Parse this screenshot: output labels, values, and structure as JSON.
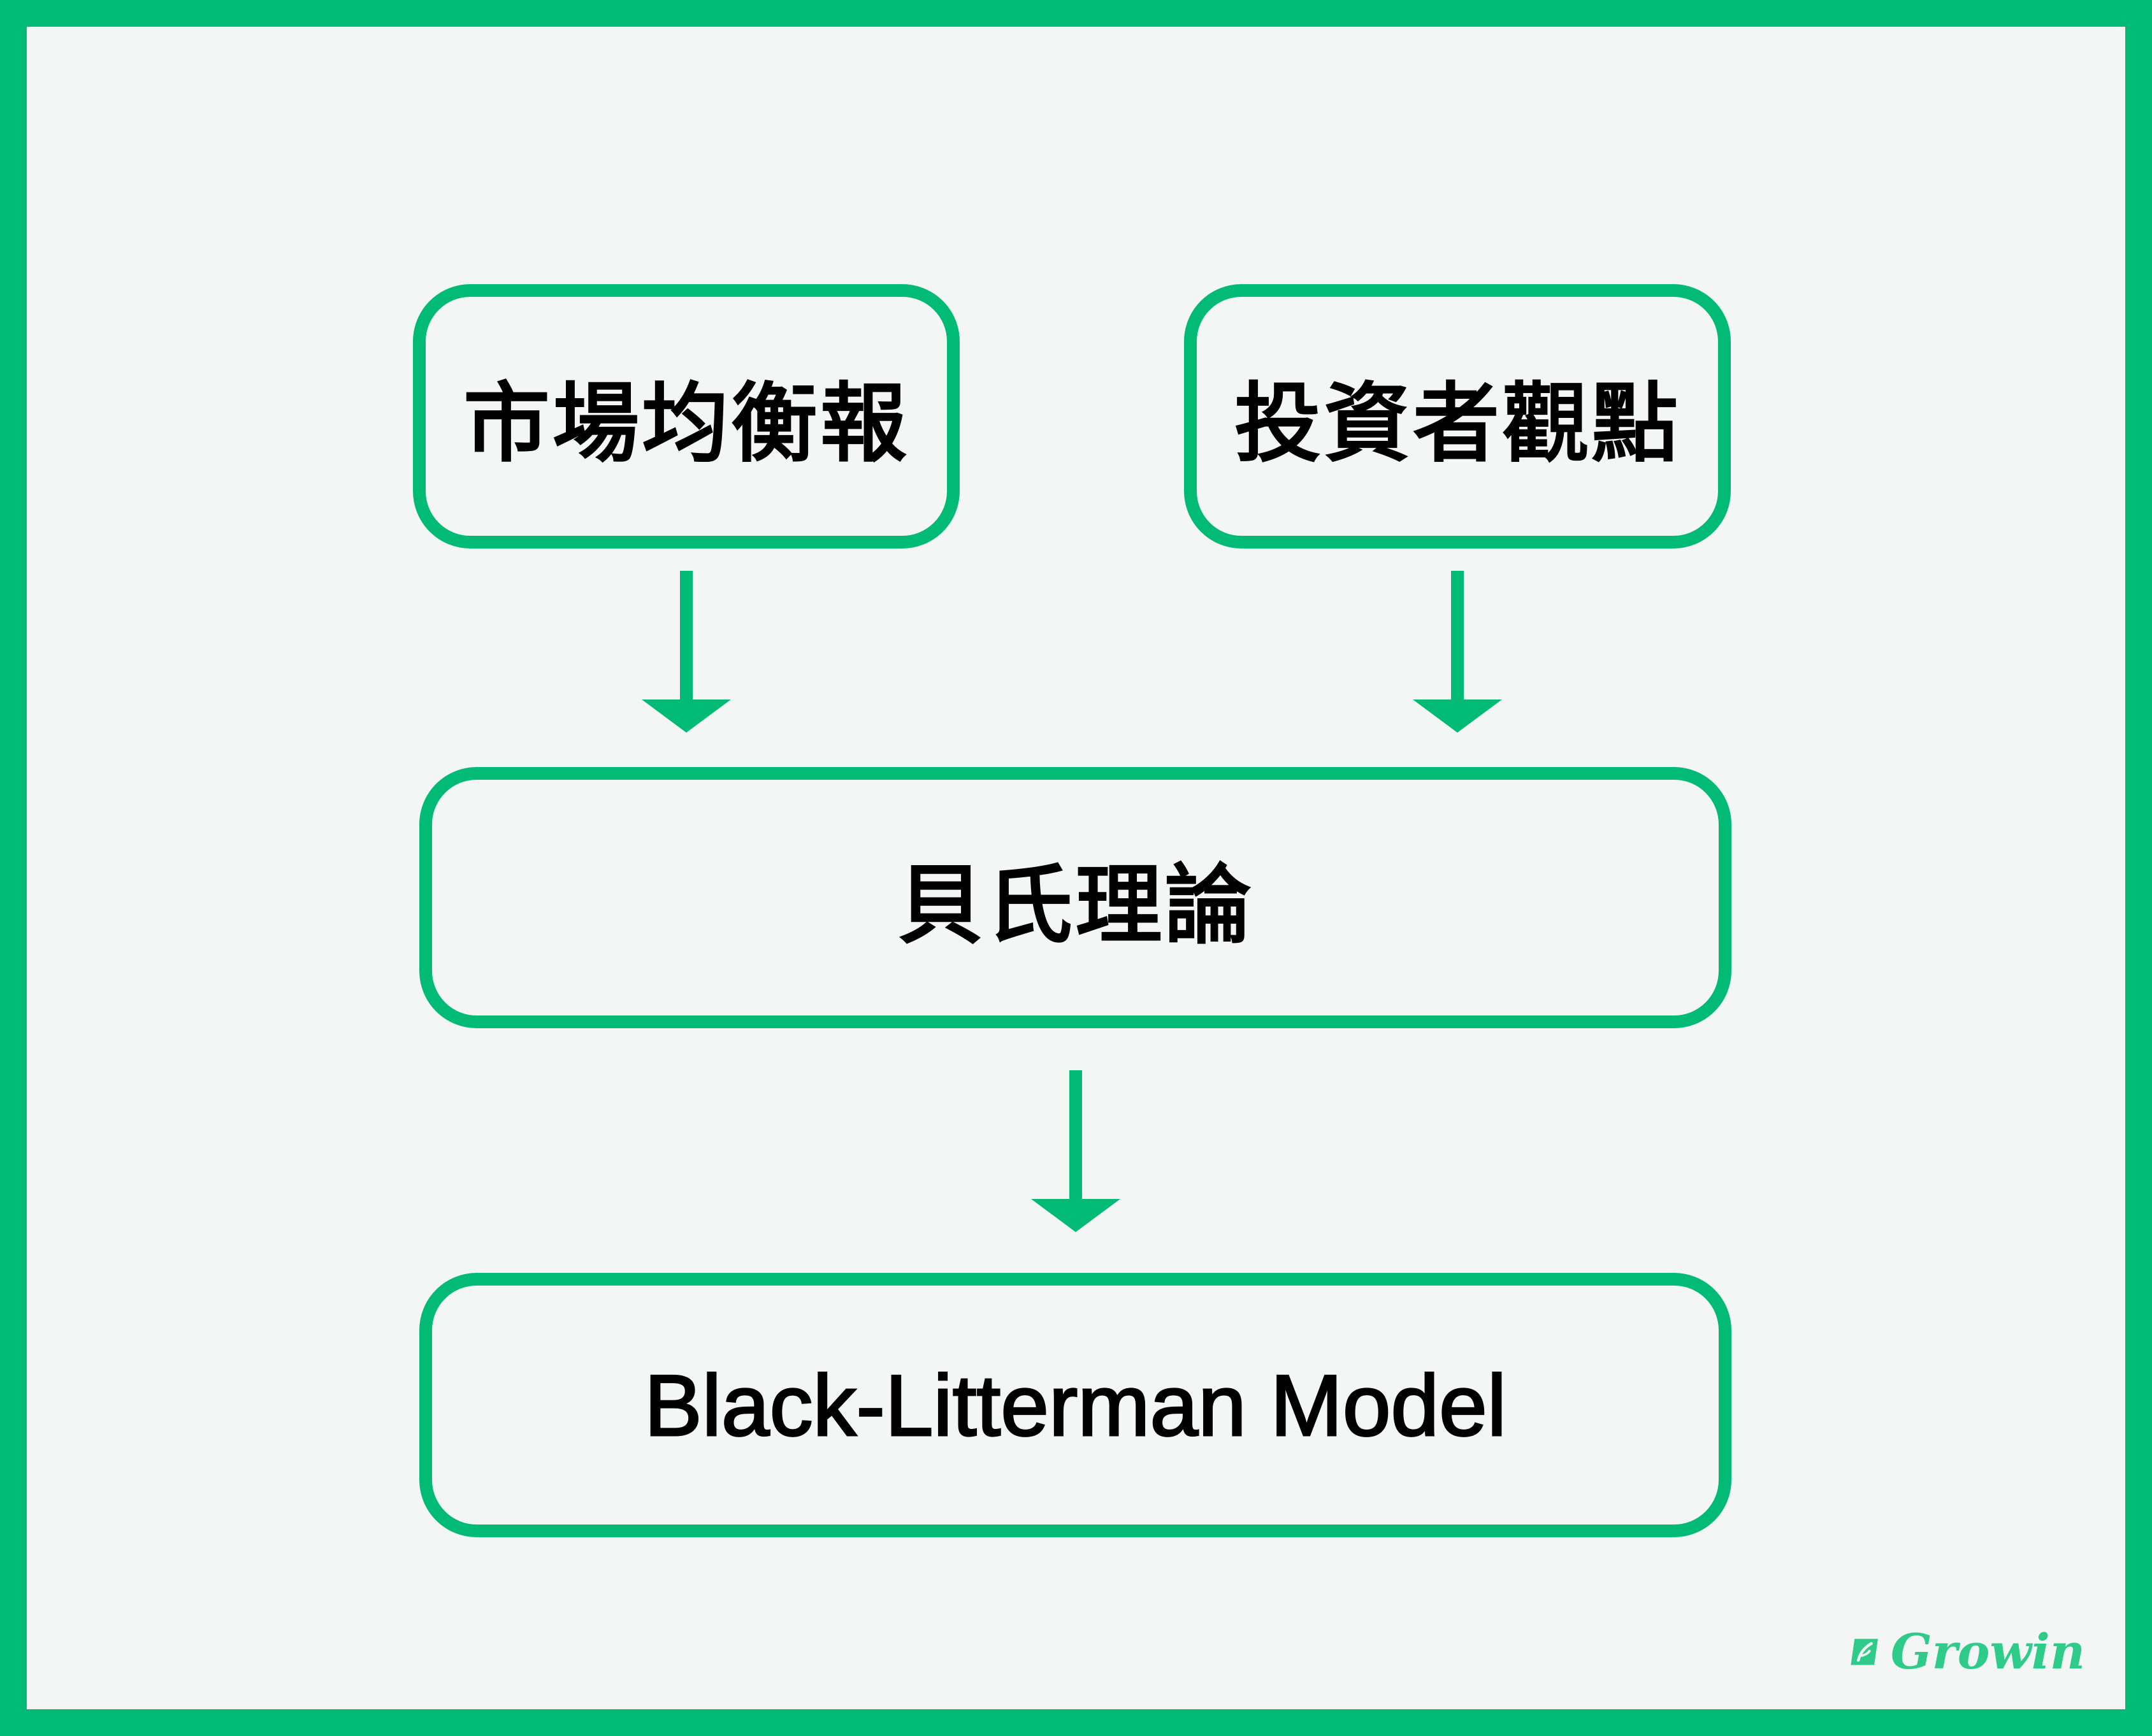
{
  "diagram": {
    "nodes": [
      {
        "id": "market",
        "label": "市場均衡報"
      },
      {
        "id": "views",
        "label": "投資者觀點"
      },
      {
        "id": "bayes",
        "label": "貝氏理論"
      },
      {
        "id": "bl",
        "label": "Black-Litterman Model"
      }
    ],
    "edges": [
      {
        "from": "market",
        "to": "bayes"
      },
      {
        "from": "views",
        "to": "bayes"
      },
      {
        "from": "bayes",
        "to": "bl"
      }
    ]
  },
  "colors": {
    "accent": "#00BA75",
    "background": "#F4F6F5",
    "text": "#000000",
    "brand": "#2FCB8A"
  },
  "brand": {
    "name": "Growin",
    "icon": "leaf-icon"
  }
}
